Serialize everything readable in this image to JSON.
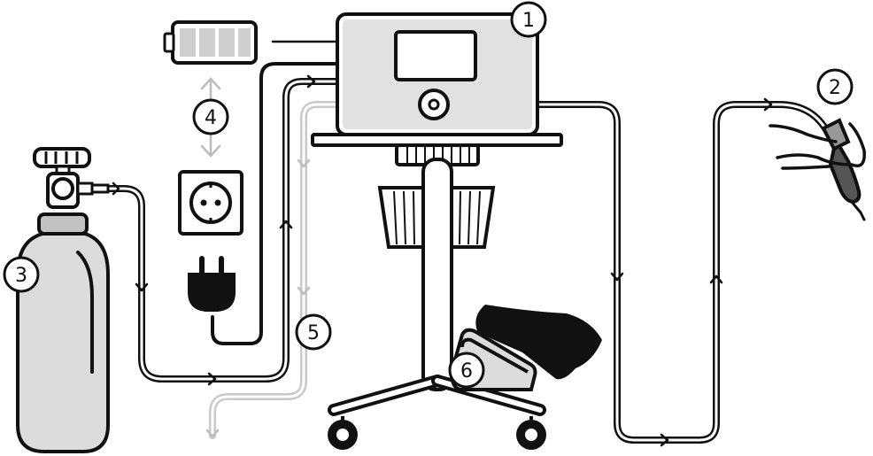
{
  "callouts": [
    {
      "id": "1",
      "label": "1",
      "target": "electrosurgical-unit"
    },
    {
      "id": "2",
      "label": "2",
      "target": "handpiece"
    },
    {
      "id": "3",
      "label": "3",
      "target": "gas-cylinder"
    },
    {
      "id": "4",
      "label": "4",
      "target": "power-supply-options"
    },
    {
      "id": "5",
      "label": "5",
      "target": "gas-exhaust-line"
    },
    {
      "id": "6",
      "label": "6",
      "target": "foot-pedal"
    }
  ],
  "colors": {
    "line": "#111111",
    "device_fill": "#e1e1e1",
    "cylinder_fill": "#dcdcdc",
    "exhaust": "#c9c9c9",
    "arrow_hint": "#bdbdbd",
    "battery_cell": "#cfcfcf"
  },
  "icons": [
    "battery-icon",
    "wall-socket-icon",
    "power-plug-icon",
    "gas-cylinder-icon",
    "foot-pedal-icon",
    "handpiece-icon",
    "cart-icon"
  ]
}
